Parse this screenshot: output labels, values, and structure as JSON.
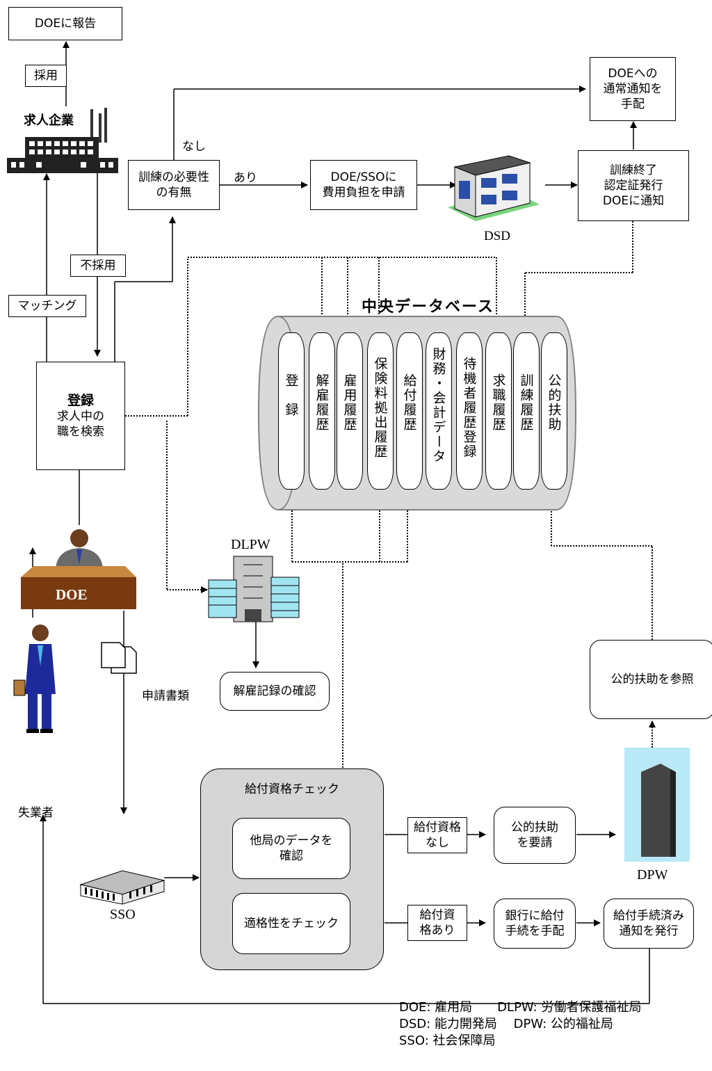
{
  "top": {
    "report_label": "DOEに報告",
    "hire_label": "採用",
    "employer_label": "求人企業"
  },
  "flow": {
    "none_label": "なし",
    "yes_label": "あり",
    "not_hired_label": "不採用",
    "matching_label": "マッチング",
    "training_need": "訓練の必要性\nの有無",
    "apply_cost": "DOE/SSOに\n費用負担を申請",
    "normal_notice": "DOEへの\n通常通知を\n手配",
    "training_end": "訓練終了\n認定証発行\nDOEに通知",
    "register_title": "登録",
    "register_body": "求人中の\n職を検索",
    "dismissal_check": "解雇記録の確認",
    "docs_label": "申請書類",
    "public_assist_ref": "公的扶助を参照"
  },
  "buildings": {
    "dsd": "DSD",
    "dlpw": "DLPW",
    "doe": "DOE",
    "sso": "SSO",
    "dpw": "DPW"
  },
  "people": {
    "unemployed": "失業者"
  },
  "database": {
    "title": "中央データベース",
    "columns": [
      "登　録",
      "解雇履歴",
      "雇用履歴",
      "保険料拠出履歴",
      "給付履歴",
      "財務・会計データ",
      "待機者履歴登録",
      "求職履歴",
      "訓練履歴",
      "公的扶助"
    ]
  },
  "eligibility": {
    "title": "給付資格チェック",
    "other_data": "他局のデータを\n確認",
    "check": "適格性をチェック",
    "no_label": "給付資格\nなし",
    "yes_label": "給付資\n格あり",
    "request_assist": "公的扶助\nを要請",
    "bank_arrange": "銀行に給付\n手続を手配",
    "notice_issue": "給付手続済み\n通知を発行"
  },
  "legend": {
    "line1": "DOE: 雇用局　　DLPW: 労働者保護福祉局",
    "line2": "DSD: 能力開発局　 DPW: 公的福祉局",
    "line3": "SSO: 社会保障局"
  }
}
